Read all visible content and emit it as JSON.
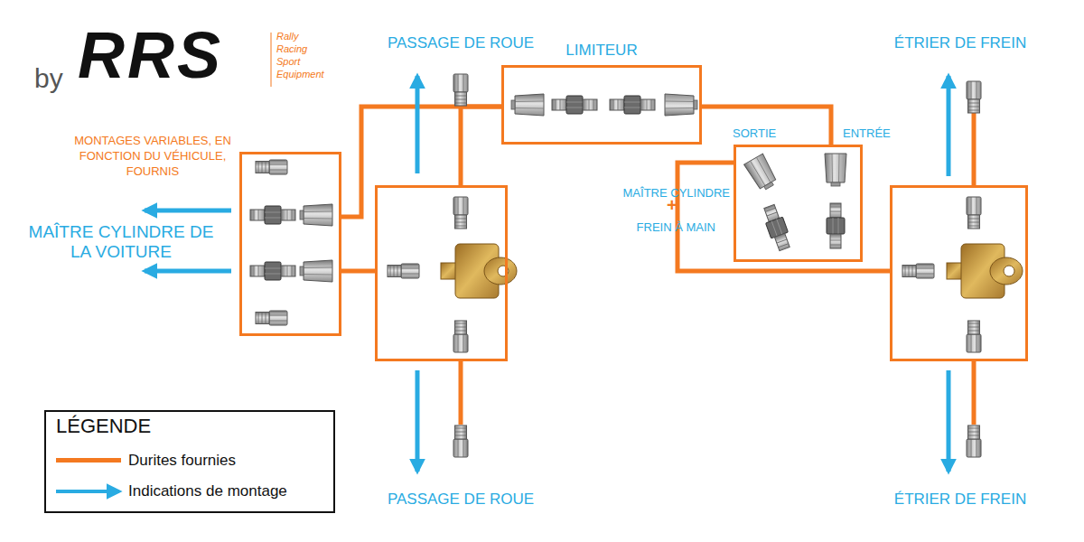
{
  "diagram": {
    "nodes": [
      {
        "text": []
      },
      {
        "text": []
      },
      {
        "text": [
          "LIMITEUR"
        ]
      },
      {
        "text": [
          "SORTIE",
          "ENTRÉE"
        ]
      },
      {
        "text": []
      }
    ],
    "edges": [
      {
        "from": 0,
        "to": 1,
        "arrow": "none"
      },
      {
        "from": 0,
        "to": 2,
        "arrow": "none"
      },
      {
        "from": 1,
        "to": 2,
        "arrow": "none"
      },
      {
        "from": 2,
        "to": 3,
        "arrow": "none"
      },
      {
        "from": 3,
        "to": 4,
        "arrow": "none"
      }
    ],
    "labels": [
      "by",
      "RRS",
      "Rally",
      "Racing",
      "Sport",
      "Equipment",
      "PASSAGE DE ROUE",
      "ÉTRIER DE FREIN",
      "MONTAGES VARIABLES, EN FONCTION DU VÉHICULE, FOURNIS",
      "MAÎTRE CYLINDRE DE LA VOITURE",
      "MAÎTRE CYLINDRE",
      "+",
      "FREIN À MAIN",
      "PASSAGE DE ROUE",
      "ÉTRIER DE FREIN",
      "LÉGENDE"
    ],
    "legend": [
      {
        "text": "Durites fournies",
        "color": "#f47920"
      },
      {
        "text": "Indications de montage"
      }
    ]
  }
}
